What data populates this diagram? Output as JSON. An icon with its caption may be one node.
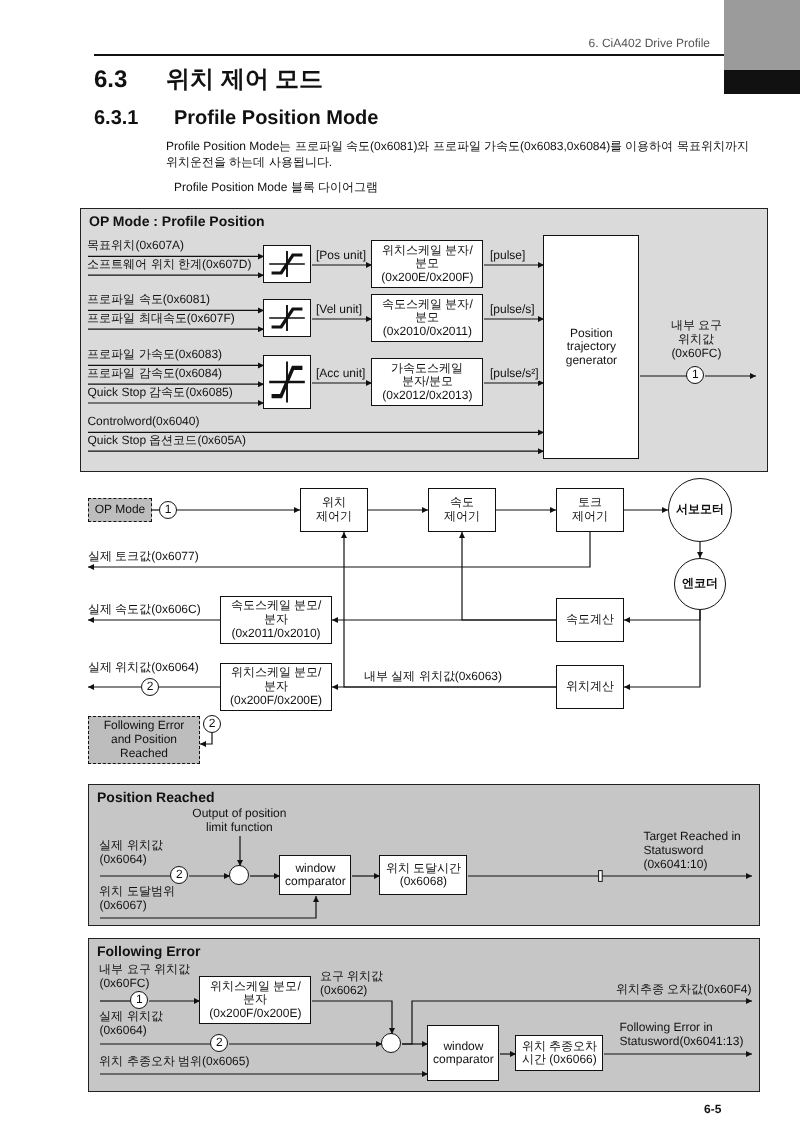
{
  "diagram": {
    "title": "6.3 위치 제어 모드",
    "nodes": [
      {
        "text": [
          "OP Mode : Profile Position"
        ]
      },
      {
        "text": [
          "목표위치(0x607A)"
        ],
        "in": 0
      },
      {
        "text": [
          "소프트웨어 위치 한계(0x607D)"
        ],
        "in": 0
      },
      {
        "text": [],
        "shape": "box",
        "in": 0
      },
      {
        "text": [
          "위치스케일 분자/분모 (0x200E/0x200F)"
        ],
        "in": 0
      },
      {
        "text": [
          "프로파일 속도(0x6081)"
        ],
        "in": 0
      },
      {
        "text": [
          "프로파일 최대속도(0x607F)"
        ],
        "in": 0
      },
      {
        "text": [],
        "shape": "box",
        "in": 0
      },
      {
        "text": [
          "속도스케일 분자/분모 (0x2010/0x2011)"
        ],
        "in": 0
      },
      {
        "text": [
          "프로파일 가속도(0x6083)"
        ],
        "in": 0
      },
      {
        "text": [
          "프로파일 감속도(0x6084)"
        ],
        "in": 0
      },
      {
        "text": [
          "Quick Stop 감속도(0x6085)"
        ],
        "in": 0
      },
      {
        "text": [],
        "shape": "box",
        "in": 0
      },
      {
        "text": [
          "가속도스케일 분자/분모 (0x2012/0x2013)"
        ],
        "in": 0
      },
      {
        "text": [
          "Controlword(0x6040)"
        ],
        "in": 0
      },
      {
        "text": [
          "Quick Stop 옵션코드(0x605A)"
        ],
        "in": 0
      },
      {
        "text": [
          "Position trajectory generator"
        ],
        "in": 0
      },
      {
        "text": [
          "1"
        ],
        "in": 0,
        "beside": [
          "내부 요구 위치값 (0x60FC)"
        ]
      },
      {
        "text": [
          "OP Mode"
        ]
      },
      {
        "text": [
          "1"
        ]
      },
      {
        "text": [
          "위치 제어기"
        ]
      },
      {
        "text": [
          "속도 제어기"
        ]
      },
      {
        "text": [
          "토크 제어기"
        ]
      },
      {
        "text": [
          "서보모터"
        ]
      },
      {
        "text": [
          "엔코더"
        ]
      },
      {
        "text": [
          "실제 토크값(0x6077)"
        ]
      },
      {
        "text": [
          "실제 속도값(0x606C)"
        ]
      },
      {
        "text": [
          "속도스케일 분모/분자 (0x2011/0x2010)"
        ]
      },
      {
        "text": [
          "속도계산"
        ]
      },
      {
        "text": [
          "실제 위치값(0x6064)"
        ]
      },
      {
        "text": [
          "2"
        ]
      },
      {
        "text": [
          "위치스케일 분모/분자 (0x200F/0x200E)"
        ]
      },
      {
        "text": [
          "위치계산"
        ]
      },
      {
        "text": [
          "Following Error and Position Reached"
        ]
      },
      {
        "text": [
          "2"
        ]
      },
      {
        "text": [
          "Position Reached"
        ]
      },
      {
        "text": [
          "Output of position limit function"
        ],
        "in": 35
      },
      {
        "text": [
          "실제 위치값 (0x6064)"
        ],
        "in": 35
      },
      {
        "text": [
          "2"
        ],
        "in": 35
      },
      {
        "text": [],
        "shape": "circle",
        "in": 35
      },
      {
        "text": [
          "위치 도달범위 (0x6067)"
        ],
        "in": 35
      },
      {
        "text": [
          "window comparator"
        ],
        "in": 35
      },
      {
        "text": [
          "위치 도달시간 (0x6068)"
        ],
        "in": 35
      },
      {
        "text": [
          "Target Reached in Statusword (0x6041:10)"
        ],
        "in": 35
      },
      {
        "text": [
          "Following Error"
        ]
      },
      {
        "text": [
          "내부 요구 위치값 (0x60FC)"
        ],
        "in": 44
      },
      {
        "text": [
          "1"
        ],
        "in": 44
      },
      {
        "text": [
          "위치스케일 분모/분자 (0x200F/0x200E)"
        ],
        "in": 44
      },
      {
        "text": [],
        "shape": "circle",
        "in": 44
      },
      {
        "text": [
          "위치추종 오차값(0x60F4)"
        ],
        "in": 44
      },
      {
        "text": [
          "실제 위치값 (0x6064)"
        ],
        "in": 44
      },
      {
        "text": [
          "2"
        ],
        "in": 44
      },
      {
        "text": [
          "위치 추종오차 범위(0x6065)"
        ],
        "in": 44
      },
      {
        "text": [
          "window comparator"
        ],
        "in": 44
      },
      {
        "text": [
          "위치 추종오차 시간 (0x6066)"
        ],
        "in": 44
      },
      {
        "text": [
          "Following Error in Statusword(0x6041:13)"
        ],
        "in": 44
      }
    ],
    "edges": [
      {
        "from": 1,
        "to": 3,
        "arrow": "to"
      },
      {
        "from": 2,
        "to": 3,
        "arrow": "to"
      },
      {
        "from": 3,
        "to": 4,
        "arrow": "to",
        "label": "[Pos unit]"
      },
      {
        "from": 4,
        "to": 16,
        "arrow": "to",
        "label": "[pulse]"
      },
      {
        "from": 5,
        "to": 7,
        "arrow": "to"
      },
      {
        "from": 6,
        "to": 7,
        "arrow": "to"
      },
      {
        "from": 7,
        "to": 8,
        "arrow": "to",
        "label": "[Vel unit]"
      },
      {
        "from": 8,
        "to": 16,
        "arrow": "to",
        "label": "[pulse/s]"
      },
      {
        "from": 9,
        "to": 12,
        "arrow": "to"
      },
      {
        "from": 10,
        "to": 12,
        "arrow": "to"
      },
      {
        "from": 11,
        "to": 12,
        "arrow": "to"
      },
      {
        "from": 12,
        "to": 13,
        "arrow": "to",
        "label": "[Acc unit]"
      },
      {
        "from": 13,
        "to": 16,
        "arrow": "to",
        "label": "[pulse/s²]"
      },
      {
        "from": 14,
        "to": 16,
        "arrow": "to"
      },
      {
        "from": 15,
        "to": 16,
        "arrow": "to"
      },
      {
        "from": 16,
        "to": 17,
        "arrow": "none"
      },
      {
        "from": 17,
        "to": null,
        "arrow": "to"
      },
      {
        "from": 18,
        "to": 19,
        "arrow": "none"
      },
      {
        "from": 19,
        "to": 20,
        "arrow": "to"
      },
      {
        "from": 20,
        "to": 21,
        "arrow": "to"
      },
      {
        "from": 21,
        "to": 22,
        "arrow": "to"
      },
      {
        "from": 22,
        "to": 23,
        "arrow": "to"
      },
      {
        "from": 23,
        "to": 24,
        "arrow": "to"
      },
      {
        "from": 22,
        "to": 25,
        "arrow": "to"
      },
      {
        "from": 24,
        "to": 28,
        "arrow": "to"
      },
      {
        "from": 24,
        "to": 32,
        "arrow": "to"
      },
      {
        "from": 28,
        "to": 27,
        "arrow": "to"
      },
      {
        "from": 28,
        "to": 21,
        "arrow": "to"
      },
      {
        "from": 27,
        "to": 26,
        "arrow": "to"
      },
      {
        "from": 32,
        "to": 31,
        "arrow": "to",
        "label": "내부 실제 위치값(0x6063)"
      },
      {
        "from": 32,
        "to": 20,
        "arrow": "to"
      },
      {
        "from": 31,
        "to": 30,
        "arrow": "none"
      },
      {
        "from": 30,
        "to": 29,
        "arrow": "to"
      },
      {
        "from": 34,
        "to": 33,
        "arrow": "to"
      },
      {
        "from": 36,
        "to": 39,
        "arrow": "to"
      },
      {
        "from": 37,
        "to": 38,
        "arrow": "none"
      },
      {
        "from": 38,
        "to": 39,
        "arrow": "to"
      },
      {
        "from": 39,
        "to": 41,
        "arrow": "to"
      },
      {
        "from": 40,
        "to": 41,
        "arrow": "to"
      },
      {
        "from": 41,
        "to": 42,
        "arrow": "to"
      },
      {
        "from": 42,
        "to": 43,
        "arrow": "to"
      },
      {
        "from": 45,
        "to": 46,
        "arrow": "none"
      },
      {
        "from": 46,
        "to": 47,
        "arrow": "to"
      },
      {
        "from": 47,
        "to": 48,
        "arrow": "to",
        "label": "요구 위치값 (0x6062)"
      },
      {
        "from": 48,
        "to": 49,
        "arrow": "to"
      },
      {
        "from": 50,
        "to": 51,
        "arrow": "none"
      },
      {
        "from": 51,
        "to": 48,
        "arrow": "to"
      },
      {
        "from": 48,
        "to": 53,
        "arrow": "to"
      },
      {
        "from": 52,
        "to": 53,
        "arrow": "to"
      },
      {
        "from": 53,
        "to": 54,
        "arrow": "to"
      },
      {
        "from": 54,
        "to": 55,
        "arrow": "to"
      }
    ],
    "labels": [
      "6. CiA402 Drive Profile",
      "6.3.1 Profile Position Mode",
      "Profile Position Mode는 프로파일 속도(0x6081)와 프로파일 가속도(0x6083,0x6084)를 이용하여 목표위치까지 위치운전을 하는데 사용됩니다.",
      "Profile Position Mode 블록 다이어그램",
      "6-5"
    ]
  }
}
